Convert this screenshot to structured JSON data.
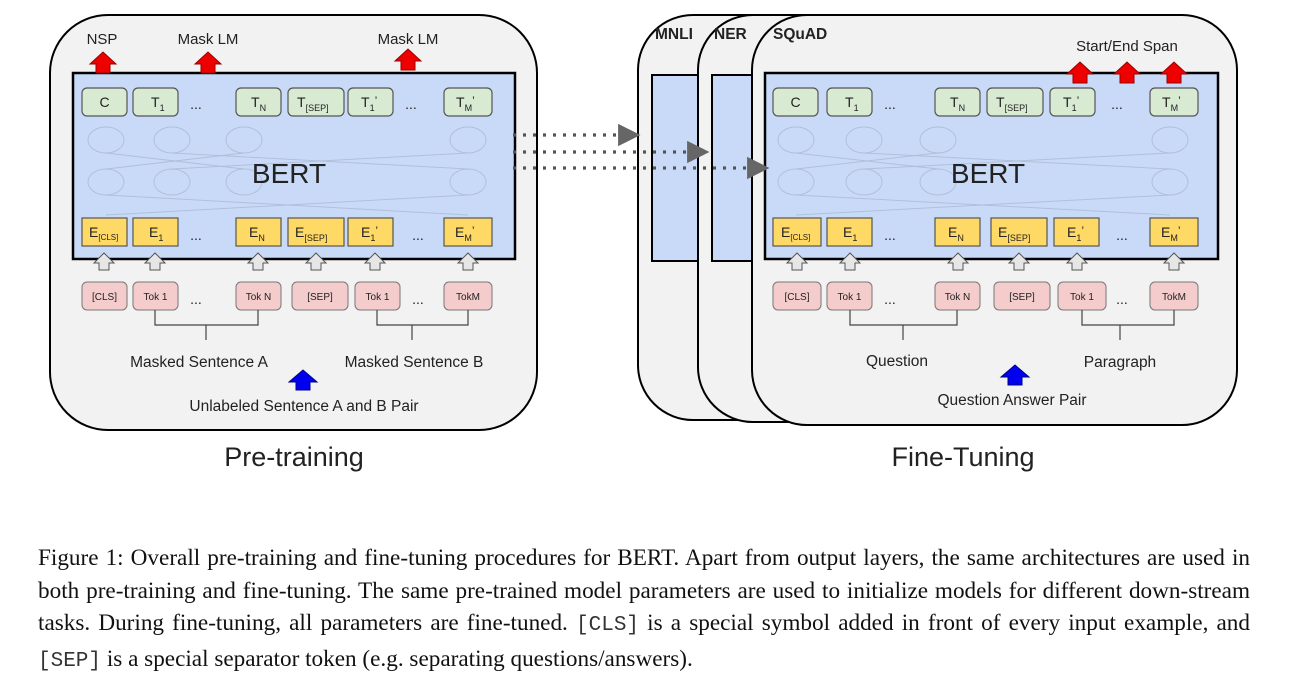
{
  "pretraining": {
    "outputs": {
      "nsp": "NSP",
      "mask_lm_1": "Mask LM",
      "mask_lm_2": "Mask LM"
    },
    "model_label": "BERT",
    "t_row": [
      "C",
      "T1",
      "TN",
      "T[SEP]",
      "T1'",
      "TM'"
    ],
    "e_row": [
      "E[CLS]",
      "E1",
      "EN",
      "E[SEP]",
      "E1'",
      "EM'"
    ],
    "tok_row": [
      "[CLS]",
      "Tok 1",
      "Tok N",
      "[SEP]",
      "Tok 1",
      "TokM"
    ],
    "ellipsis": "...",
    "sentence_a": "Masked Sentence A",
    "sentence_b": "Masked Sentence B",
    "input_label": "Unlabeled Sentence A and B Pair",
    "panel_title": "Pre-training"
  },
  "finetuning": {
    "tasks": [
      "MNLI",
      "NER",
      "SQuAD"
    ],
    "output_label": "Start/End Span",
    "model_label": "BERT",
    "t_row": [
      "C",
      "T1",
      "TN",
      "T[SEP]",
      "T1'",
      "TM'"
    ],
    "e_row": [
      "E[CLS]",
      "E1",
      "EN",
      "E[SEP]",
      "E1'",
      "EM'"
    ],
    "tok_row": [
      "[CLS]",
      "Tok 1",
      "Tok N",
      "[SEP]",
      "Tok 1",
      "TokM"
    ],
    "ellipsis": "...",
    "segment_a": "Question",
    "segment_b": "Paragraph",
    "input_label": "Question Answer Pair",
    "panel_title": "Fine-Tuning"
  },
  "caption": {
    "part1": "Figure 1: Overall pre-training and fine-tuning procedures for BERT. Apart from output layers, the same architectures are used in both pre-training and fine-tuning. The same pre-trained model parameters are used to initialize models for different down-stream tasks. During fine-tuning, all parameters are fine-tuned. ",
    "cls_token": "[CLS]",
    "part2": " is a special symbol added in front of every input example, and ",
    "sep_token": "[SEP]",
    "part3": " is a special separator token (e.g. separating questions/answers)."
  },
  "colors": {
    "panel_fill": "#f2f2f2",
    "model_fill": "#c9daf8",
    "output_arrow": "#ee0000",
    "input_arrow": "#0000ee",
    "t_box": "#d9ead3",
    "e_box": "#ffd966",
    "tok_box": "#f4cccc"
  }
}
